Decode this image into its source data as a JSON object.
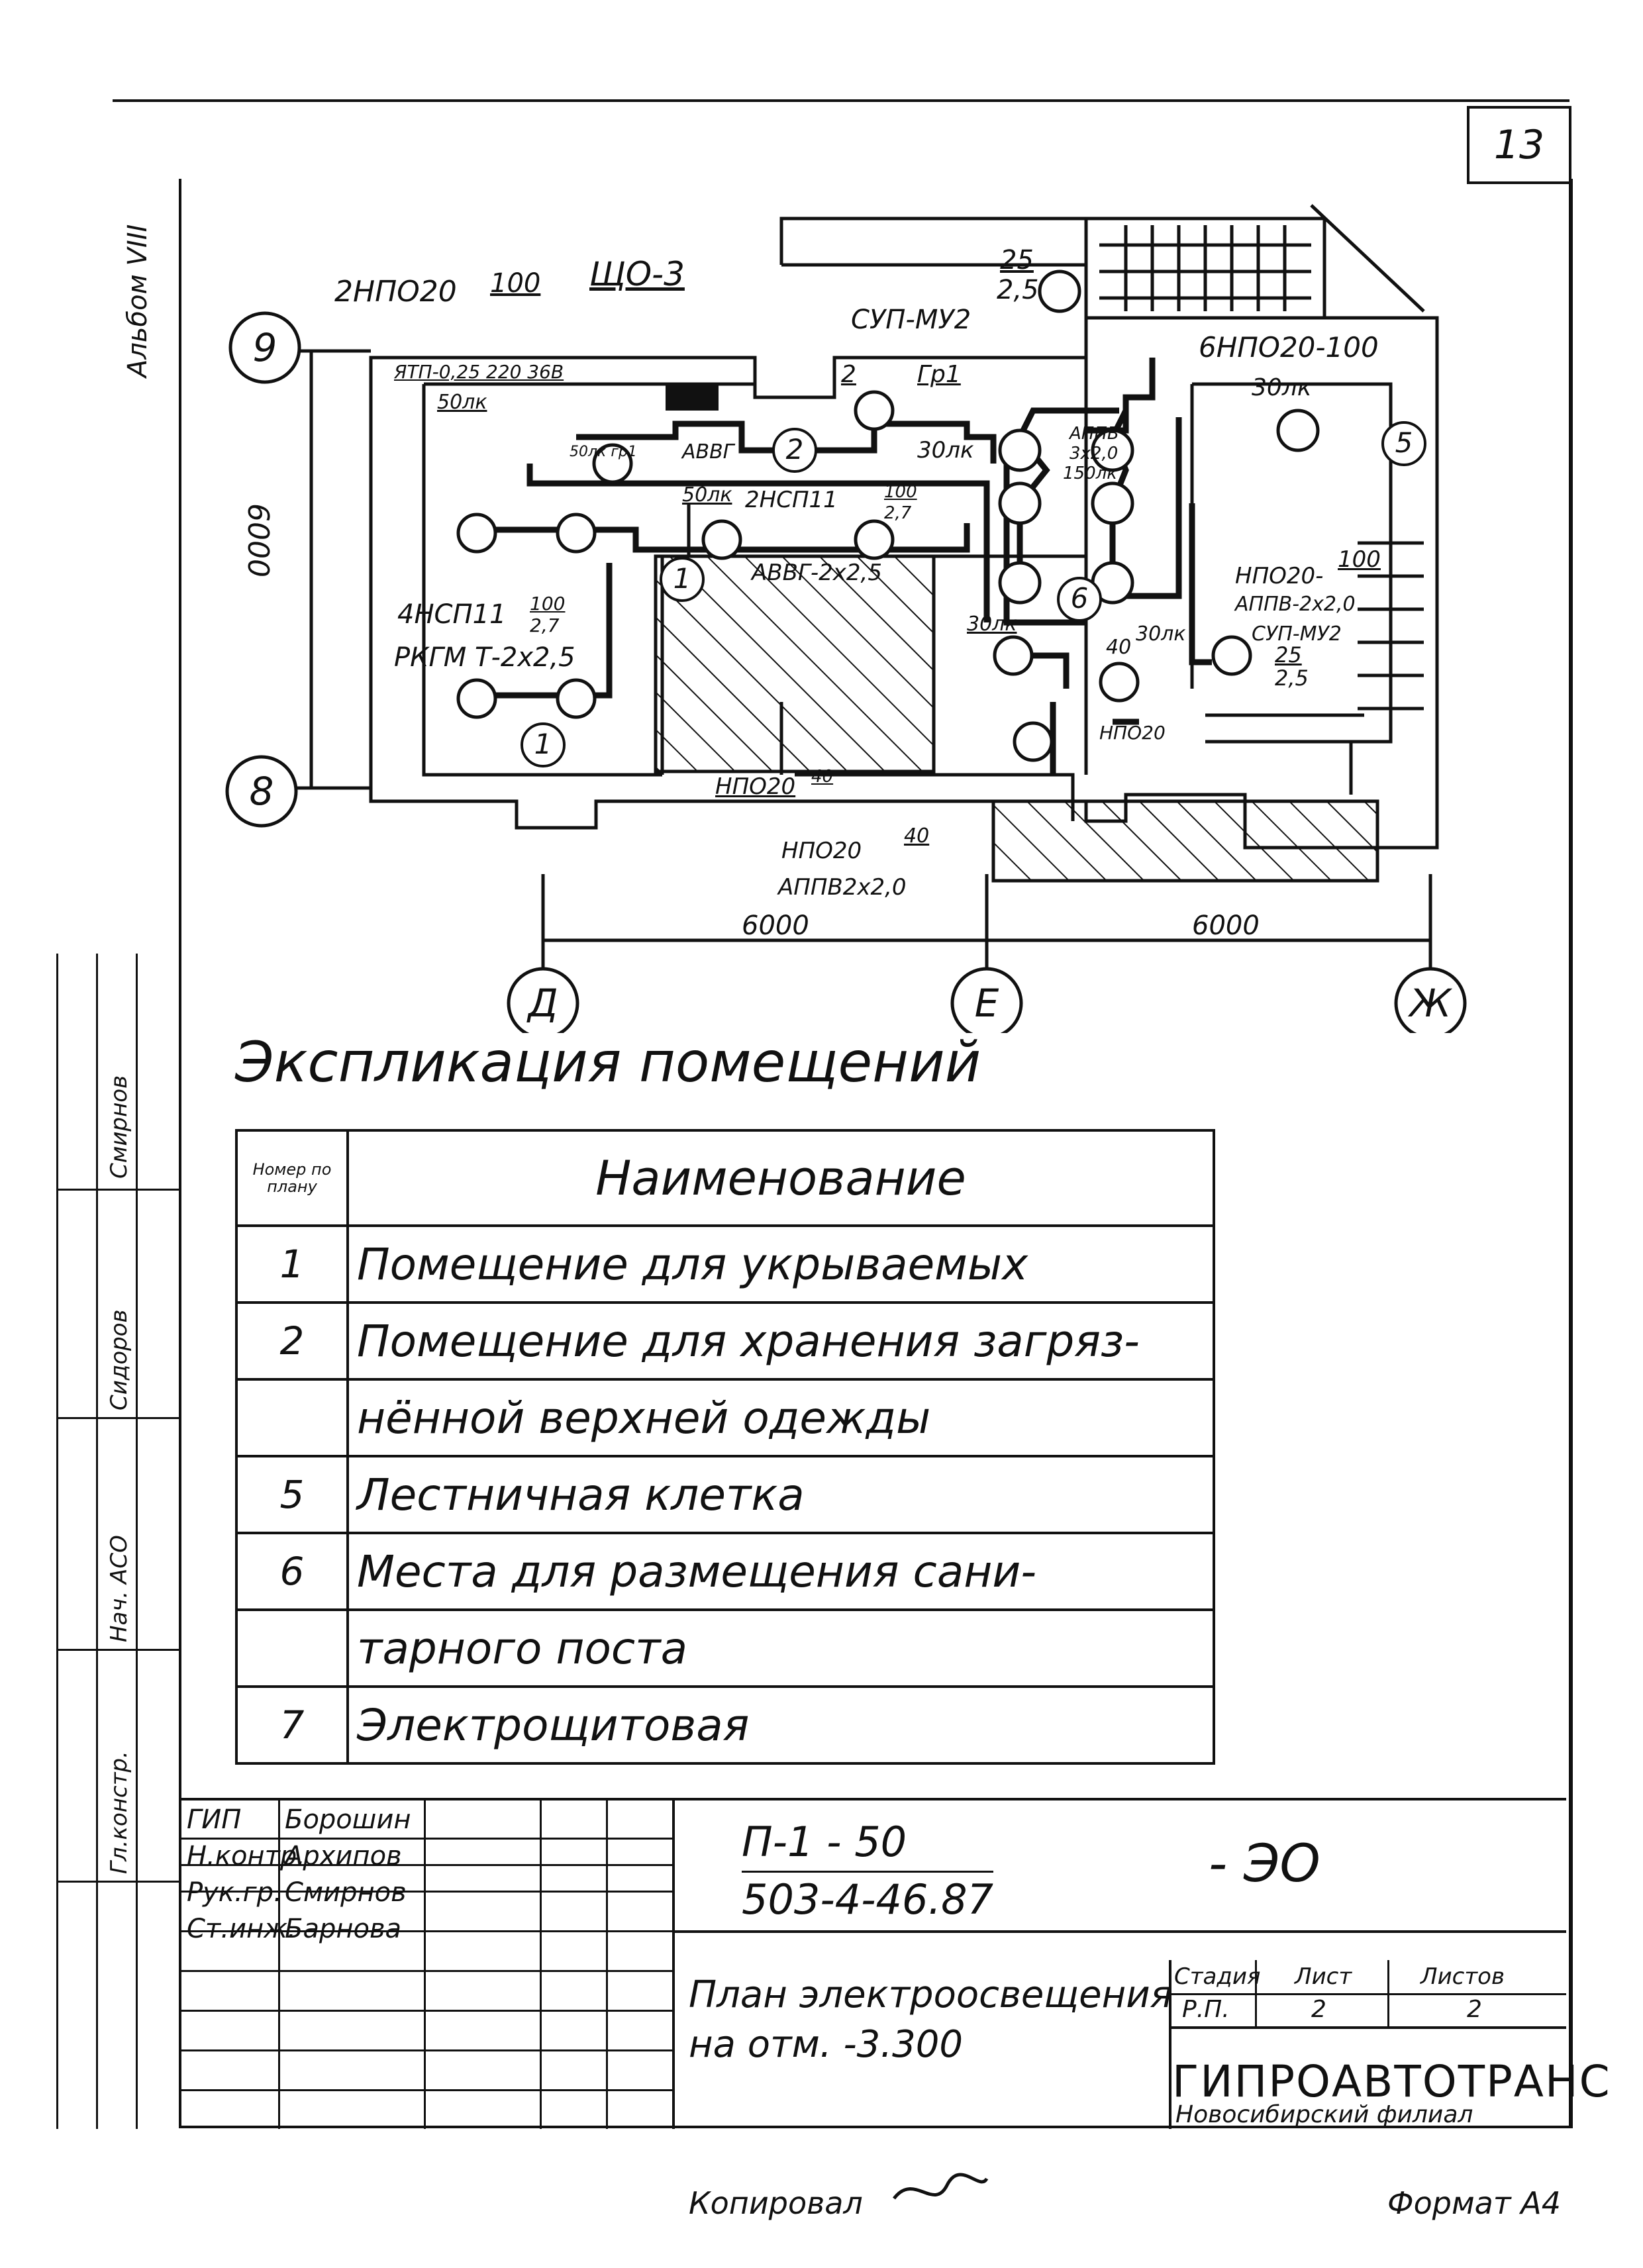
{
  "sheet_number": "13",
  "side_note": "Альбом VIII",
  "plan": {
    "labels": {
      "l_2npo20": "2НПО20",
      "l_100a": "100",
      "l_shcho3": "ЩО-3",
      "l_25_25a": "25",
      "l_25_25b": "2,5",
      "l_supmu2a": "СУП-МУ2",
      "l_6npo20": "6НПО20-100",
      "l_ytp": "ЯТП-0,25 220 36В",
      "l_2": "2",
      "l_gr1": "Гр1",
      "l_50lk_a": "50лк",
      "l_50lk_b": "50лк гр1",
      "l_avvg": "АВВГ",
      "l_30lk_a": "30лк",
      "l_appv_a": "АППВ",
      "l_appv_b": "3х2,0",
      "l_150lk": "150лк",
      "l_30lk_b": "30лк",
      "l_50lk_c": "50лк",
      "l_2nsp11": "2НСП11",
      "l_100b": "100",
      "l_27a": "2,7",
      "l_avvg2": "АВВГ-2х2,5",
      "l_npo20_100": "НПО20-",
      "l_100c": "100",
      "l_appv2": "АППВ-2х2,0",
      "l_supmu2b": "СУП-МУ2",
      "l_4nsp11": "4НСП11",
      "l_100d": "100",
      "l_27b": "2,7",
      "l_rkgm": "РКГМ Т-2х2,5",
      "l_30lk_c": "30лк",
      "l_40a": "40",
      "l_30lk_d": "30лк",
      "l_25b": "25",
      "l_25c": "2,5",
      "l_npo20_a": "НПО20",
      "l_npo20_40": "НПО20",
      "l_40b": "40",
      "l_npo20_b": "НПО20",
      "l_40c": "40",
      "l_appv3": "АППВ2х2,0",
      "l_6000v": "6000",
      "l_6000a": "6000",
      "l_6000b": "6000"
    },
    "room_marks": [
      "1",
      "1",
      "2",
      "5",
      "6"
    ],
    "axes": {
      "a9": "9",
      "a8": "8",
      "aD": "Д",
      "aE": "Е",
      "aZh": "Ж"
    }
  },
  "explication": {
    "title": "Экспликация помещений",
    "header_num": "Номер по плану",
    "header_name": "Наименование",
    "rows": [
      {
        "num": "1",
        "name": "Помещение для укрываемых"
      },
      {
        "num": "2",
        "name": "Помещение для хранения загряз-"
      },
      {
        "num": "",
        "name": "нённой верхней одежды"
      },
      {
        "num": "5",
        "name": "Лестничная клетка"
      },
      {
        "num": "6",
        "name": "Места для размещения сани-"
      },
      {
        "num": "",
        "name": "тарного поста"
      },
      {
        "num": "7",
        "name": "Электрощитовая"
      }
    ]
  },
  "stamp": {
    "roles": [
      {
        "role": "ГИП",
        "name": "Борошин"
      },
      {
        "role": "Н.контр.",
        "name": "Архипов"
      },
      {
        "role": "Рук.гр.",
        "name": "Смирнов"
      },
      {
        "role": "Ст.инж.",
        "name": "Барнова"
      }
    ],
    "side_cells": [
      "Нач. АСО",
      "Гл.констр.",
      "Сидоров",
      "Смирнов"
    ],
    "code_top": "П-1 - 50",
    "code_bottom": "503-4-46.87",
    "sheet_code": "- ЭО",
    "title_line1": "План электроосвещения",
    "title_line2": "на отм. -3.300",
    "stage_label": "Стадия",
    "sheet_label": "Лист",
    "sheets_label": "Листов",
    "stage": "Р.П.",
    "sheet": "2",
    "sheets": "2",
    "company": "ГИПРОАВТОТРАНС",
    "branch": "Новосибирский филиал"
  },
  "footer": {
    "copied": "Копировал",
    "format": "Формат А4"
  }
}
